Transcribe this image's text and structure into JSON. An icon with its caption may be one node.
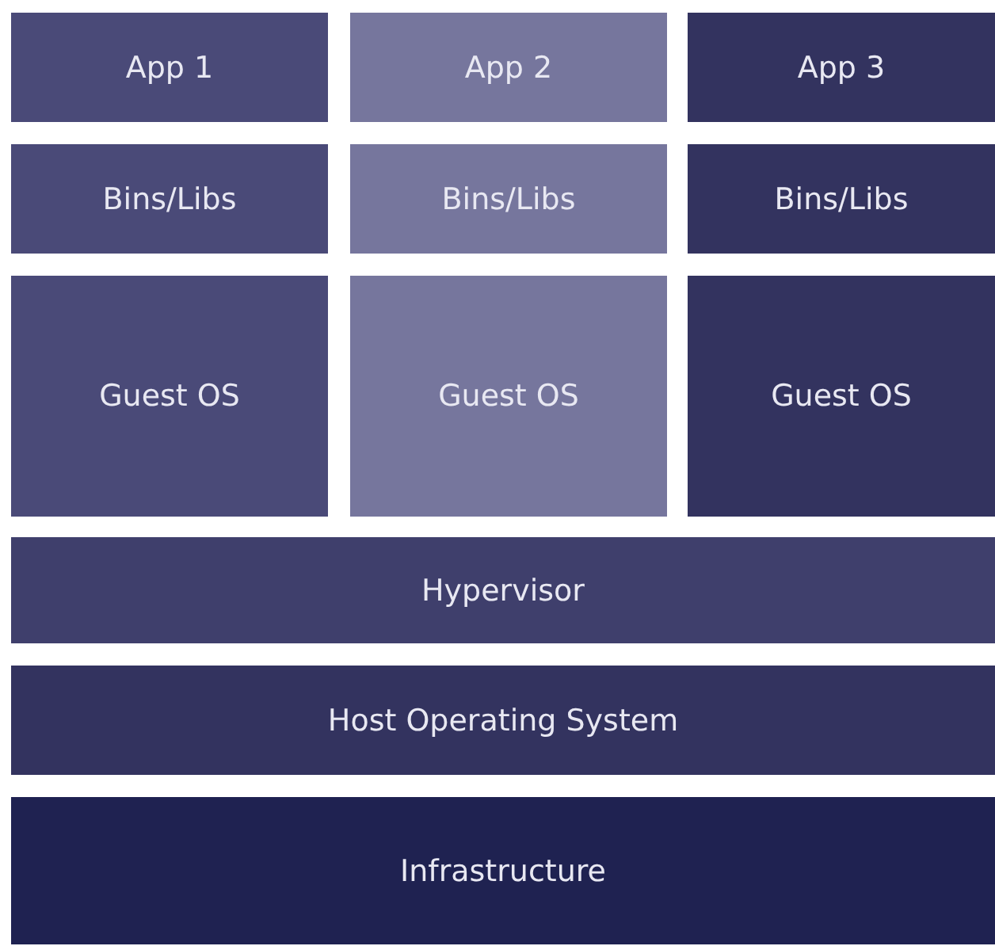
{
  "diagram": {
    "nodes": [
      {
        "text": [
          "App 1"
        ]
      },
      {
        "text": [
          "App 2"
        ]
      },
      {
        "text": [
          "App 3"
        ]
      },
      {
        "text": [
          "Bins/Libs"
        ]
      },
      {
        "text": [
          "Bins/Libs"
        ]
      },
      {
        "text": [
          "Bins/Libs"
        ]
      },
      {
        "text": [
          "Guest OS"
        ]
      },
      {
        "text": [
          "Guest OS"
        ]
      },
      {
        "text": [
          "Guest OS"
        ]
      },
      {
        "text": [
          "Hypervisor"
        ]
      },
      {
        "text": [
          "Host Operating System"
        ]
      },
      {
        "text": [
          "Infrastructure"
        ]
      }
    ]
  }
}
